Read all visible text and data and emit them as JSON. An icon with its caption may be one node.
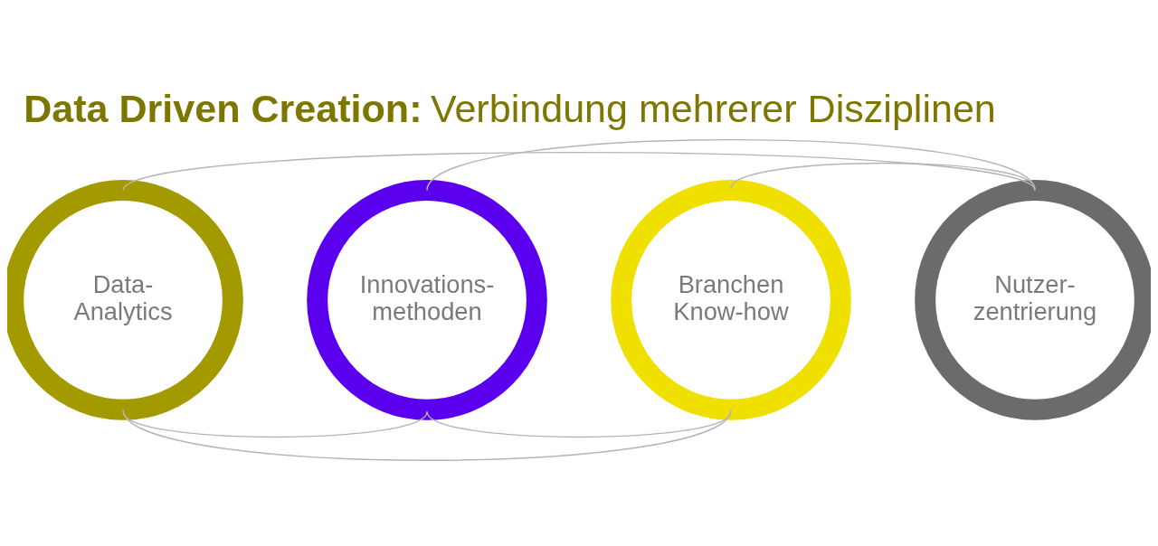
{
  "diagram": {
    "title": "**Data Driven Creation:** Verbindung mehrerer Disziplinen",
    "nodes": [
      {
        "text": [
          "Data- Analytics"
        ]
      },
      {
        "text": [
          "Innovations- methoden"
        ]
      },
      {
        "text": [
          "Branchen Know-how"
        ]
      },
      {
        "text": [
          "Nutzer- zentrierung"
        ]
      }
    ],
    "edges": [
      {
        "from": 0,
        "to": 3,
        "arrow": "none"
      },
      {
        "from": 1,
        "to": 3,
        "arrow": "none"
      },
      {
        "from": 2,
        "to": 3,
        "arrow": "none"
      },
      {
        "from": 0,
        "to": 1,
        "arrow": "none"
      },
      {
        "from": 0,
        "to": 2,
        "arrow": "none"
      },
      {
        "from": 1,
        "to": 2,
        "arrow": "none"
      }
    ]
  }
}
